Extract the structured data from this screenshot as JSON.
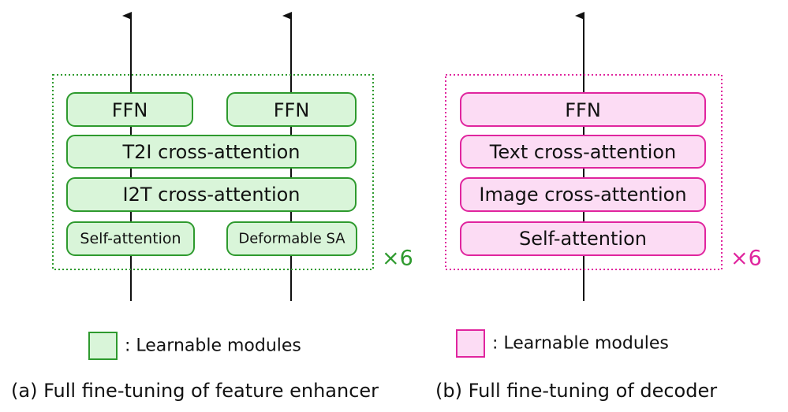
{
  "colors": {
    "green_stroke": "#2e9a2e",
    "green_fill": "#d9f5d9",
    "pink_stroke": "#e0259e",
    "pink_fill": "#fcdcf4",
    "arrow": "#111111"
  },
  "panel_a": {
    "modules": {
      "ffn_left": "FFN",
      "ffn_right": "FFN",
      "t2i": "T2I cross-attention",
      "i2t": "I2T cross-attention",
      "self_attention": "Self-attention",
      "deformable_sa": "Deformable SA"
    },
    "repeat": "×6",
    "legend": ": Learnable modules",
    "caption": "(a) Full fine-tuning of feature enhancer"
  },
  "panel_b": {
    "modules": {
      "ffn": "FFN",
      "text_cross": "Text cross-attention",
      "image_cross": "Image cross-attention",
      "self_attention": "Self-attention"
    },
    "repeat": "×6",
    "legend": ": Learnable modules",
    "caption": "(b) Full fine-tuning of decoder"
  }
}
